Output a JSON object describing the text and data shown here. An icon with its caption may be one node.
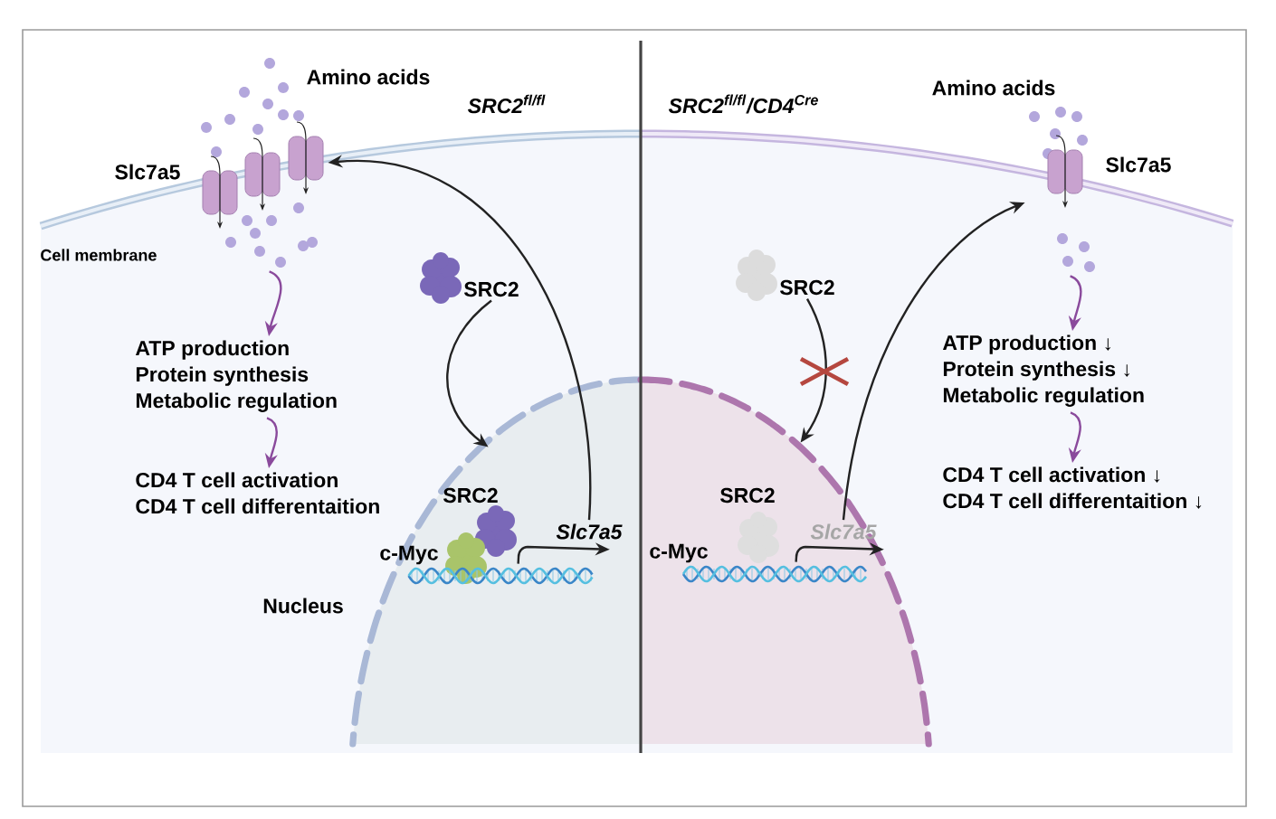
{
  "diagram": {
    "nodes": [
      {
        "text": [
          "Amino acids"
        ]
      },
      {
        "text": [
          "Slc7a5"
        ]
      },
      {
        "text": [
          "ATP production",
          "Protein synthesis",
          "Metabolic regulation"
        ]
      },
      {
        "text": [
          "CD4 T cell activation",
          "CD4 T cell differentaition"
        ]
      },
      {
        "text": [
          "SRC2"
        ]
      },
      {
        "text": [
          "Nucleus"
        ]
      },
      {
        "text": [
          "SRC2"
        ],
        "in": 5
      },
      {
        "text": [
          "c-Myc"
        ],
        "in": 5
      },
      {
        "text": [
          "Slc7a5"
        ],
        "in": 5
      },
      {
        "text": [
          "Amino acids"
        ]
      },
      {
        "text": [
          "Slc7a5"
        ]
      },
      {
        "text": [
          "ATP production ↓",
          "Protein synthesis ↓",
          "Metabolic regulation"
        ]
      },
      {
        "text": [
          "CD4 T cell activation ↓",
          "CD4 T cell differentaition ↓"
        ]
      },
      {
        "text": [
          "SRC2"
        ]
      },
      {
        "text": [],
        "shape": "circle"
      },
      {
        "text": [
          "SRC2"
        ],
        "in": 14
      },
      {
        "text": [
          "c-Myc"
        ],
        "in": 14
      },
      {
        "text": [
          "Slc7a5"
        ],
        "in": 14
      },
      {
        "text": [],
        "shape": "picture",
        "in": 5
      },
      {
        "text": [],
        "shape": "picture",
        "in": 14
      }
    ],
    "edges": [
      {
        "from": 1,
        "to": 2,
        "arrow": "to",
        "color": "#8a4a9c"
      },
      {
        "from": 2,
        "to": 3,
        "arrow": "to",
        "color": "#8a4a9c"
      },
      {
        "from": 4,
        "to": 5,
        "arrow": "to",
        "color": "#222222"
      },
      {
        "from": 8,
        "to": 1,
        "arrow": "to",
        "color": "#222222"
      },
      {
        "from": 10,
        "to": 11,
        "arrow": "to",
        "color": "#8a4a9c"
      },
      {
        "from": 11,
        "to": 12,
        "arrow": "to",
        "color": "#8a4a9c"
      },
      {
        "from": 13,
        "to": 14,
        "arrow": "to",
        "color": "#222222"
      },
      {
        "from": 17,
        "to": 10,
        "arrow": "to",
        "color": "#222222"
      },
      {
        "from": 18,
        "to": 8,
        "arrow": "to",
        "color": "#222222"
      },
      {
        "from": 19,
        "to": 17,
        "arrow": "to",
        "color": "#222222"
      }
    ],
    "labels": [
      "SRC2$^{fl/fl}$",
      "SRC2$^{fl/fl}$/CD4$^{Cre}$",
      "Cell membrane"
    ]
  }
}
